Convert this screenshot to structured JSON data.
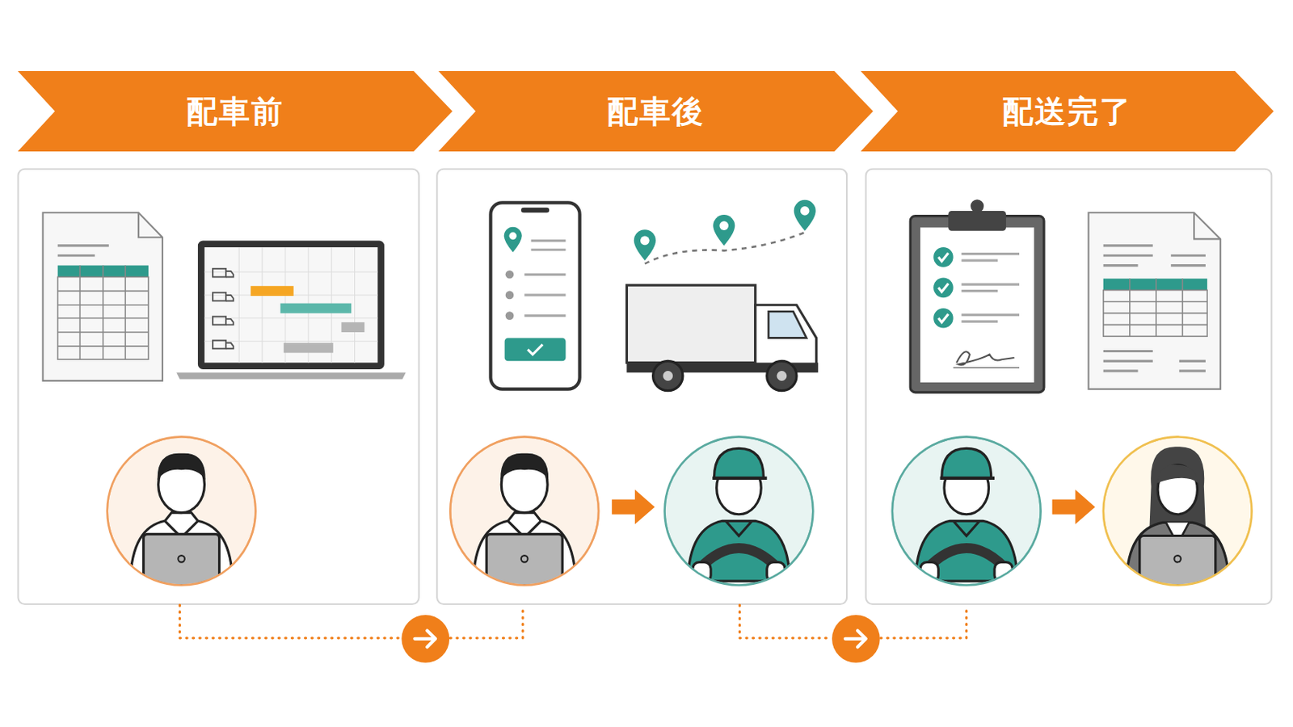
{
  "diagram": {
    "nodes": [
      {
        "text": [
          "配車前"
        ]
      },
      {
        "text": [
          "配車後"
        ]
      },
      {
        "text": [
          "配送完了"
        ]
      }
    ]
  }
}
